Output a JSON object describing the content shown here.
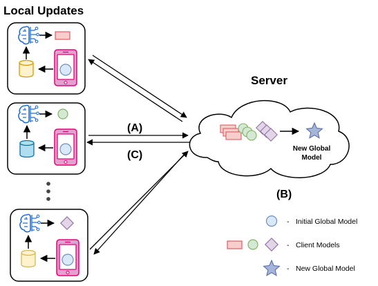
{
  "title": "Local Updates",
  "server_label": "Server",
  "step_labels": {
    "a": "(A)",
    "b": "(B)",
    "c": "(C)"
  },
  "cloud_text": {
    "line1": "New Global",
    "line2": "Model"
  },
  "legend": {
    "initial": "Initial Global Model",
    "client": "Client Models",
    "new": "New Global Model",
    "dash": "-"
  },
  "colors": {
    "phone": "#e6007e",
    "phone_fill": "#e2a2cd",
    "brain": "#1e6fd9",
    "db_orange": "#fff2cc",
    "db_blue": "#b1ddf0",
    "db_yellow": "#fff2cc",
    "rect_pink": "#f8cecc",
    "circle_green": "#d5e8d4",
    "diamond_purple": "#e1d5e7",
    "circle_blue": "#dae8fc",
    "star": "#a4b5d9"
  }
}
